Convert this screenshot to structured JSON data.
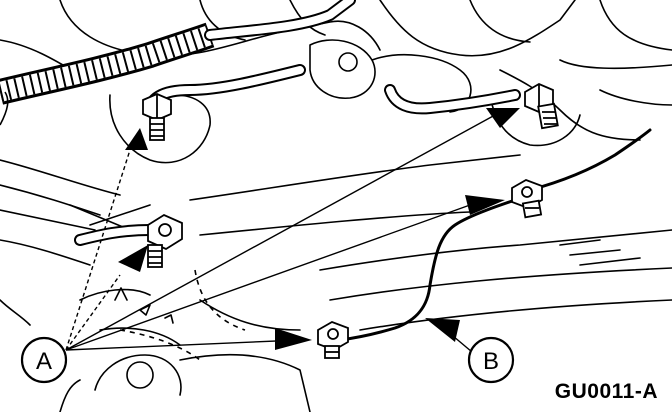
{
  "callouts": {
    "a": {
      "label": "A"
    },
    "b": {
      "label": "B"
    }
  },
  "figure_code": "GU0011-A",
  "colors": {
    "ink": "#000000",
    "paper": "#ffffff"
  }
}
